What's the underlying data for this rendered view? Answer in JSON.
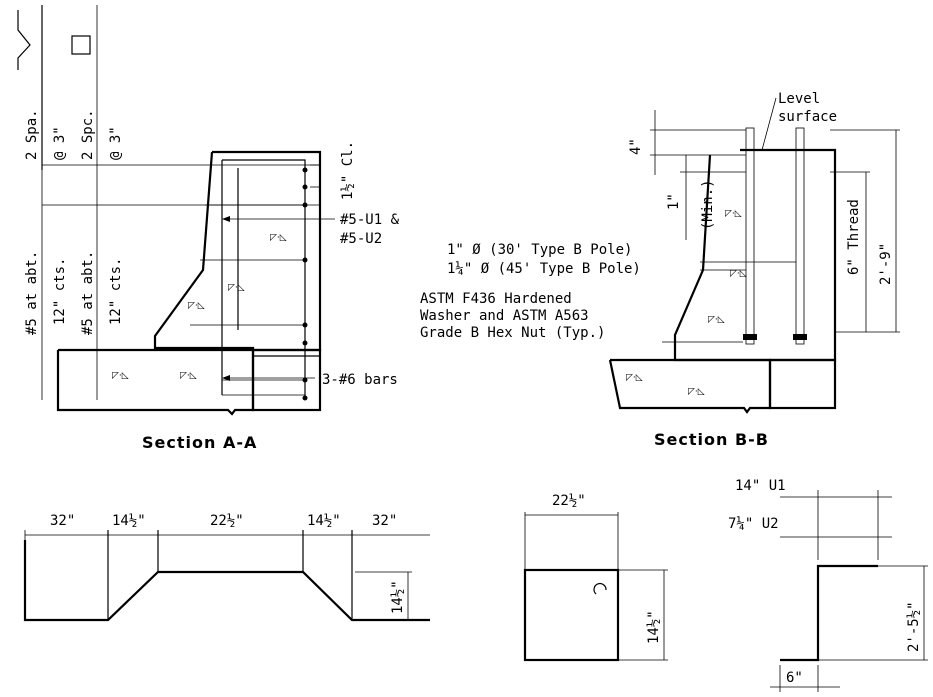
{
  "section_a": {
    "title": "Section A-A",
    "spa_1": "2 Spa.",
    "spa_1b": "@ 3\"",
    "spa_2": "2 Spc.",
    "spa_2b": "@ 3\"",
    "bars_left_1": "#5 at abt.",
    "bars_left_1b": "12\" cts.",
    "bars_left_2": "#5 at abt.",
    "bars_left_2b": "12\" cts.",
    "cl_dim": "1½\" Cl.",
    "u_bars_1": "#5-U1 &",
    "u_bars_2": "#5-U2",
    "six_bars": "3-#6 bars"
  },
  "section_b": {
    "title": "Section B-B",
    "level_1": "Level",
    "level_2": "surface",
    "dim_4": "4\"",
    "dim_1": "1\"",
    "dim_min": "(Min.)",
    "thread": "6\" Thread",
    "height": "2'-9\"",
    "pole_1": "1\" Ø (30' Type B Pole)",
    "pole_2": "1¼\" Ø (45' Type B Pole)",
    "nut_1": "ASTM F436 Hardened",
    "nut_2": "Washer and ASTM A563",
    "nut_3": "Grade B Hex Nut (Typ.)"
  },
  "plan": {
    "d1": "32\"",
    "d2": "14½\"",
    "d3": "22½\"",
    "d4": "14½\"",
    "d5": "32\"",
    "h": "14½\""
  },
  "detail": {
    "w": "22½\"",
    "h": "14½\""
  },
  "ubar": {
    "u1": "14\" U1",
    "u2": "7¼\" U2",
    "h": "2'-5½\"",
    "base": "6\""
  }
}
